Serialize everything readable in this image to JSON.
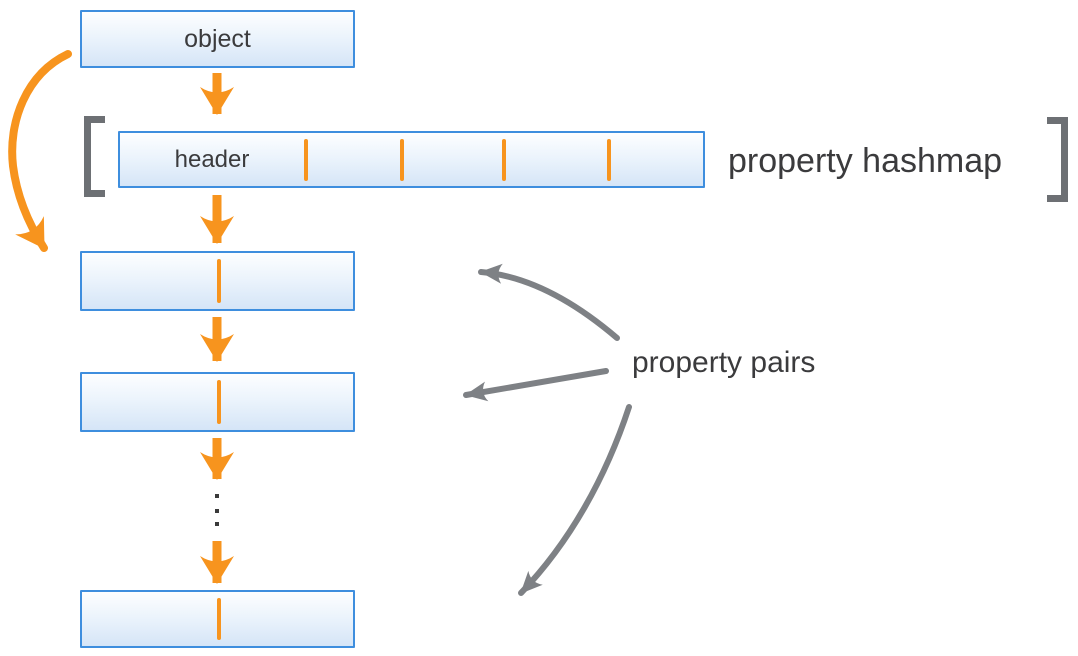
{
  "diagram": {
    "object_box": {
      "label": "object"
    },
    "hashmap": {
      "header_label": "header",
      "annotation": "property hashmap",
      "cell_count": 5
    },
    "pairs": {
      "annotation": "property pairs",
      "box_count": 3
    }
  },
  "colors": {
    "accent_orange": "#F7941E",
    "box_border_blue": "#3E8EDE",
    "box_fill_top": "#FDFEFF",
    "box_fill_bottom": "#D5E5F7",
    "arrow_gray": "#7E8185",
    "bracket_gray": "#6D7074",
    "text_dark": "#3B3B3D"
  }
}
